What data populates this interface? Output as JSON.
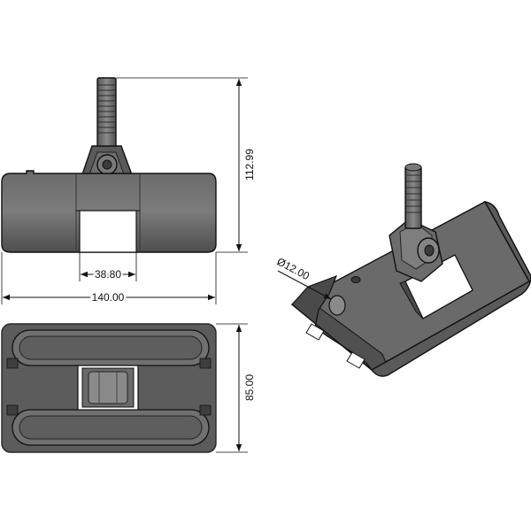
{
  "dimensions": {
    "height": "112.99",
    "slot_width": "38.80",
    "overall_length": "140.00",
    "overall_width": "85.00",
    "bolt_diameter": "Ø12.00"
  },
  "colors": {
    "part_dark": "#4a4a4a",
    "part_mid": "#6e6e6e",
    "part_light": "#8c8c8c",
    "slot_fill": "#ffffff",
    "line": "#111111"
  }
}
